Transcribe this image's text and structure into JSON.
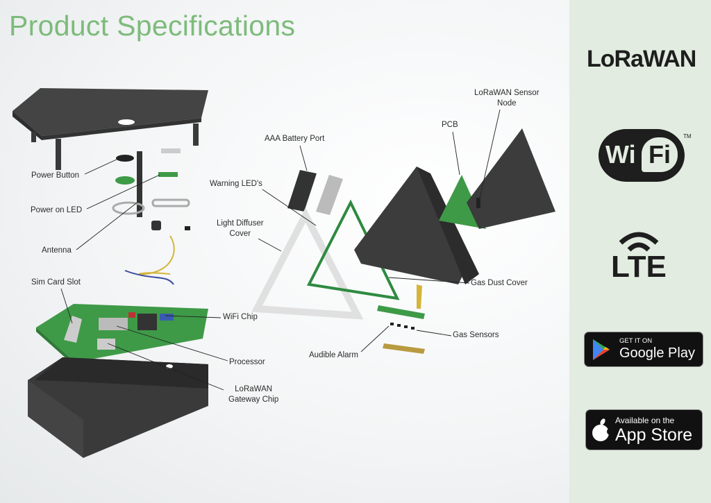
{
  "title": "Product Specifications",
  "labels": {
    "power_button": "Power Button",
    "power_led": "Power on LED",
    "antenna": "Antenna",
    "sim_slot": "Sim Card Slot",
    "wifi_chip": "WiFi Chip",
    "processor": "Processor",
    "gateway_chip_1": "LoRaWAN",
    "gateway_chip_2": "Gateway Chip",
    "battery_port": "AAA Battery Port",
    "warning_leds": "Warning LED's",
    "diffuser_1": "Light Diffuser",
    "diffuser_2": "Cover",
    "pcb": "PCB",
    "sensor_node_1": "LoRaWAN Sensor",
    "sensor_node_2": "Node",
    "gas_dust_cover": "Gas Dust Cover",
    "gas_sensors": "Gas Sensors",
    "audible_alarm": "Audible Alarm"
  },
  "sidebar": {
    "lorawan_logo": "LoRaWAN",
    "wifi_logo": {
      "wi": "Wi",
      "fi": "Fi",
      "tm": "TM"
    },
    "lte_logo": "LTE",
    "google_play": {
      "small": "GET IT ON",
      "big": "Google Play"
    },
    "app_store": {
      "small": "Available on the",
      "big": "App Store"
    }
  },
  "colors": {
    "title": "#7dbb7b",
    "sidebar": "#e2ece0",
    "pcb_green": "#3e9a47",
    "housing": "#3c3c3c"
  }
}
